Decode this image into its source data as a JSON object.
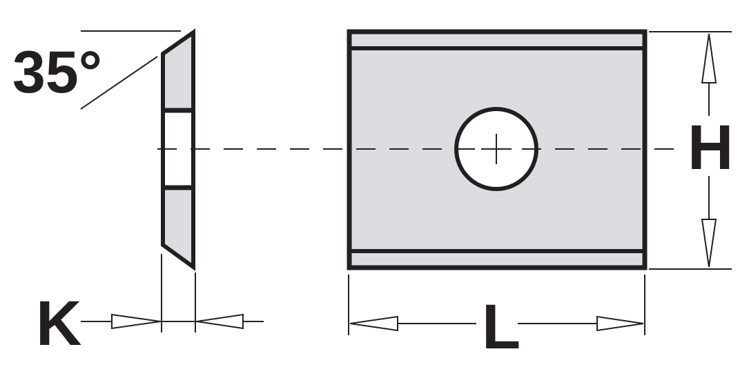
{
  "labels": {
    "angle": "35°",
    "height": "H",
    "length": "L",
    "thickness": "K"
  },
  "colors": {
    "ink": "#231f20",
    "insert_fill": "#dcdde0",
    "background": "#ffffff"
  }
}
